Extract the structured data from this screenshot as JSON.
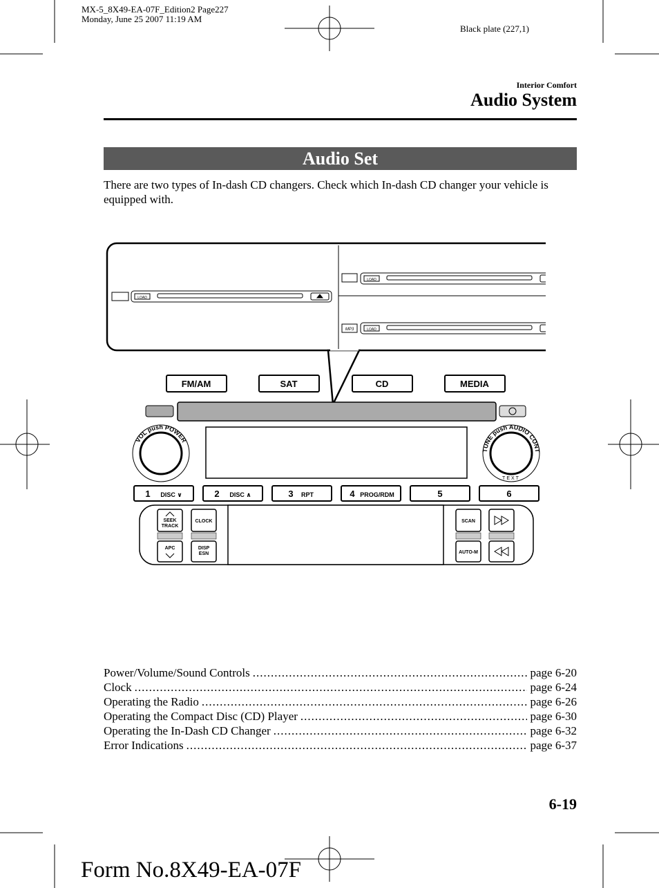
{
  "print_meta": {
    "line1": "MX-5_8X49-EA-07F_Edition2 Page227",
    "line2": "Monday, June 25 2007 11:19 AM",
    "plate": "Black plate (227,1)"
  },
  "header": {
    "section": "Interior Comfort",
    "title": "Audio System"
  },
  "bar_title": "Audio Set",
  "intro": "There are two types of In-dash CD changers. Check which In-dash CD changer your vehicle is equipped with.",
  "figure": {
    "load_label": "LOAD",
    "buttons_top": [
      "FM/AM",
      "SAT",
      "CD",
      "MEDIA"
    ],
    "vol_label": "VOL push POWER",
    "tune_label": "TUNE push AUDIO CONT",
    "text_label": "TEXT",
    "presets": [
      {
        "num": "1",
        "sub": "DISC ∨"
      },
      {
        "num": "2",
        "sub": "DISC ∧"
      },
      {
        "num": "3",
        "sub": "RPT"
      },
      {
        "num": "4",
        "sub": "PROG/RDM"
      },
      {
        "num": "5",
        "sub": ""
      },
      {
        "num": "6",
        "sub": ""
      }
    ],
    "seek_label_1": "SEEK",
    "seek_label_2": "TRACK",
    "apc_label": "APC",
    "clock_label": "CLOCK",
    "disp_label_1": "DISP",
    "disp_label_2": "ESN",
    "scan_label": "SCAN",
    "auto_label": "AUTO-M",
    "mp3_label": "MP3"
  },
  "toc": [
    {
      "label": "Power/Volume/Sound Controls",
      "page": "page 6-20"
    },
    {
      "label": "Clock",
      "page": "page 6-24"
    },
    {
      "label": "Operating the Radio",
      "page": "page 6-26"
    },
    {
      "label": "Operating the Compact Disc (CD) Player",
      "page": "page 6-30"
    },
    {
      "label": "Operating the In-Dash CD Changer",
      "page": "page 6-32"
    },
    {
      "label": "Error Indications",
      "page": "page 6-37"
    }
  ],
  "page_number": "6-19",
  "form_number": "Form No.8X49-EA-07F"
}
